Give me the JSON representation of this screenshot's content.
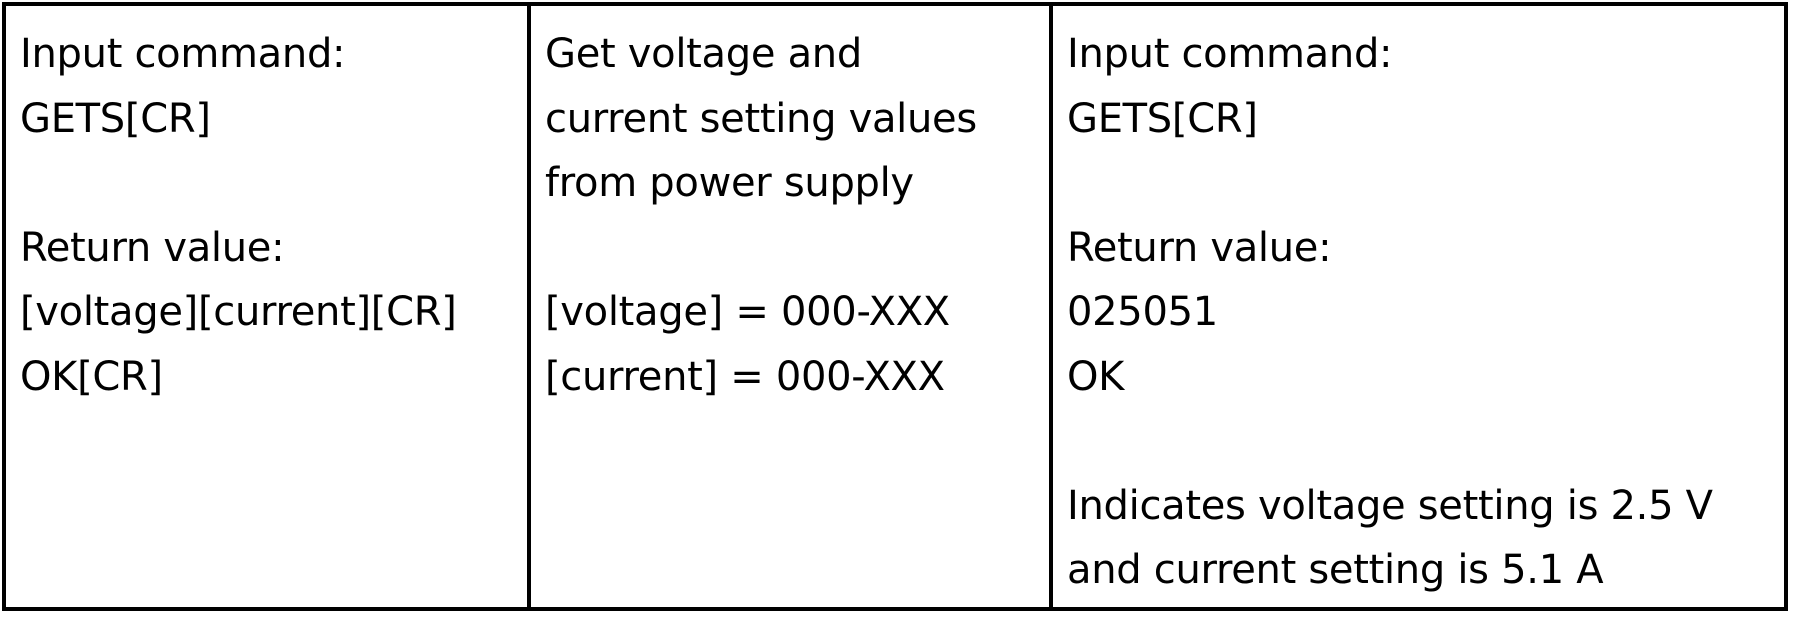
{
  "table": {
    "columns": [
      {
        "lines": [
          "Input command:",
          "GETS[CR]",
          "",
          "Return value:",
          "[voltage][current][CR]",
          "OK[CR]"
        ]
      },
      {
        "lines": [
          "Get voltage and",
          "current setting values",
          "from power supply",
          "",
          "[voltage] = 000-XXX",
          "[current] = 000-XXX"
        ]
      },
      {
        "lines": [
          "Input command:",
          "GETS[CR]",
          "",
          "Return value:",
          "025051",
          "OK",
          "",
          "Indicates voltage setting is 2.5 V",
          "and current setting is 5.1 A"
        ]
      }
    ]
  }
}
